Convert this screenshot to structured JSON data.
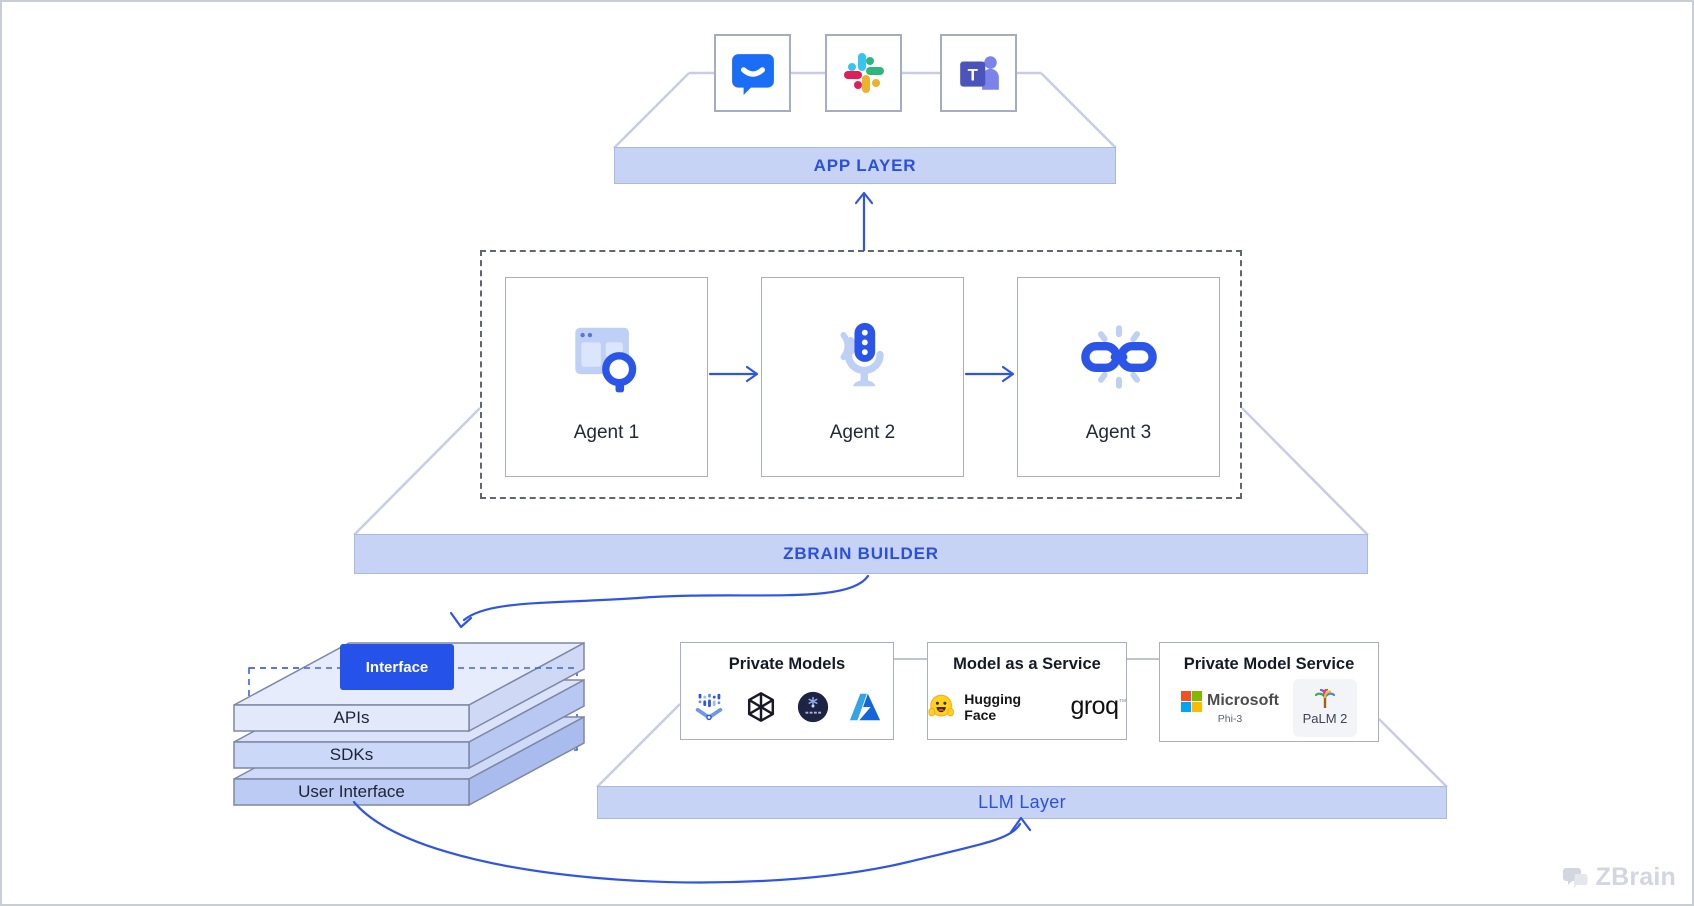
{
  "app_layer": {
    "label": "APP LAYER",
    "apps": [
      {
        "name": "chat-app"
      },
      {
        "name": "slack"
      },
      {
        "name": "microsoft-teams",
        "letter": "T"
      }
    ]
  },
  "workflow": {
    "agents": [
      {
        "label": "Agent 1",
        "icon": "browser-search"
      },
      {
        "label": "Agent 2",
        "icon": "voice-microphone"
      },
      {
        "label": "Agent 3",
        "icon": "chain-link"
      }
    ]
  },
  "builder": {
    "label": "ZBRAIN BUILDER"
  },
  "stack": {
    "interface_label": "Interface",
    "layers": [
      "APIs",
      "SDKs",
      "User Interface"
    ]
  },
  "llm_layer": {
    "label": "LLM Layer",
    "boxes": [
      {
        "title": "Private Models",
        "icons": [
          "dotted-funnel-model",
          "openai",
          "navy-circle-model",
          "azure"
        ]
      },
      {
        "title": "Model as a Service",
        "logos": [
          "Hugging Face",
          "groq"
        ],
        "groq_mark": "™"
      },
      {
        "title": "Private Model Service",
        "logos": [
          "Microsoft",
          "Phi-3",
          "PaLM 2"
        ]
      }
    ]
  },
  "watermark": {
    "label": "ZBrain"
  },
  "colors": {
    "accent_blue": "#2f55e8",
    "banner_fill": "#c7d3f4",
    "banner_text": "#2b50e0",
    "interface_button": "#2553e9",
    "dashed_border": "#5f6670",
    "platform_edge": "#c7cde9",
    "slack": [
      "#36C5F0",
      "#2EB67D",
      "#ECB22E",
      "#E01E5A"
    ],
    "microsoft": [
      "#f25022",
      "#7fba00",
      "#00a4ef",
      "#ffb900"
    ],
    "teams_purple": "#4b53bc",
    "huggingface_yellow": "#ffd21e",
    "openai_black": "#191927",
    "watermark_gray": "#d2d6df"
  }
}
